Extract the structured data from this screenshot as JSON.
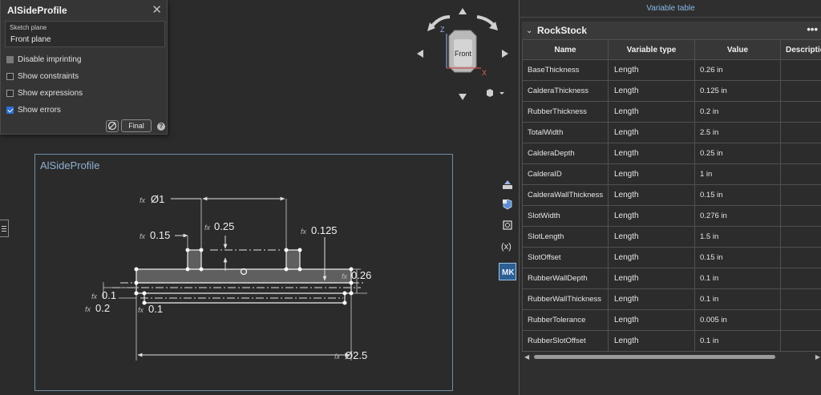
{
  "sketch_dialog": {
    "title": "AlSideProfile",
    "plane_label": "Sketch plane",
    "plane_value": "Front plane",
    "options": [
      {
        "label": "Disable imprinting",
        "state": "disabled"
      },
      {
        "label": "Show constraints",
        "state": "unchecked"
      },
      {
        "label": "Show expressions",
        "state": "unchecked"
      },
      {
        "label": "Show errors",
        "state": "checked"
      }
    ],
    "final_label": "Final",
    "help_glyph": "?"
  },
  "sketch": {
    "name": "AlSideProfile",
    "fx": "fx",
    "dimensions": {
      "dia1": "Ø1",
      "slot_width": "0.25",
      "wall": "0.15",
      "depth": "0.125",
      "base": "0.26",
      "rubber": "0.1",
      "offset": "0.2",
      "tol": "0.1",
      "dia_total": "Ø2.5"
    }
  },
  "viewcube": {
    "face_label": "Front",
    "axis_z": "Z",
    "axis_x": "X"
  },
  "variable_table": {
    "header": "Variable table",
    "title": "RockStock",
    "more_glyph": "•••",
    "columns": [
      "Name",
      "Variable type",
      "Value",
      "Description"
    ],
    "rows": [
      {
        "name": "BaseThickness",
        "type": "Length",
        "value": "0.26 in"
      },
      {
        "name": "CalderaThickness",
        "type": "Length",
        "value": "0.125 in"
      },
      {
        "name": "RubberThickness",
        "type": "Length",
        "value": "0.2 in"
      },
      {
        "name": "TotalWidth",
        "type": "Length",
        "value": "2.5 in"
      },
      {
        "name": "CalderaDepth",
        "type": "Length",
        "value": "0.25 in"
      },
      {
        "name": "CalderaID",
        "type": "Length",
        "value": "1 in"
      },
      {
        "name": "CalderaWallThickness",
        "type": "Length",
        "value": "0.15 in"
      },
      {
        "name": "SlotWidth",
        "type": "Length",
        "value": "0.276 in"
      },
      {
        "name": "SlotLength",
        "type": "Length",
        "value": "1.5 in"
      },
      {
        "name": "SlotOffset",
        "type": "Length",
        "value": "0.15 in"
      },
      {
        "name": "RubberWallDepth",
        "type": "Length",
        "value": "0.1 in"
      },
      {
        "name": "RubberWallThickness",
        "type": "Length",
        "value": "0.1 in"
      },
      {
        "name": "RubberTolerance",
        "type": "Length",
        "value": "0.005 in"
      },
      {
        "name": "RubberSlotOffset",
        "type": "Length",
        "value": "0.1 in"
      }
    ]
  },
  "toolbar_icons": [
    "render-studio-icon",
    "parts-icon",
    "assembly-icon",
    "variable-icon",
    "unit-icon"
  ],
  "colors": {
    "accent": "#86b8e6",
    "sketch_border": "#6f8fa8",
    "active_tool": "#2d5f93"
  }
}
